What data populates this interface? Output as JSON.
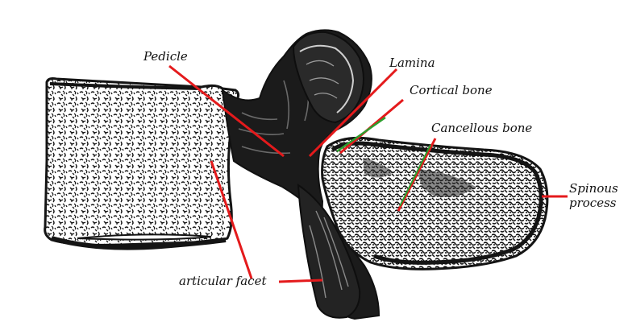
{
  "figure": {
    "labels": {
      "pedicle": "Pedicle",
      "lamina": "Lamina",
      "cortical_bone": "Cortical bone",
      "cancellous_bone": "Cancellous bone",
      "spinous_process_line1": "Spinous",
      "spinous_process_line2": "process",
      "articular_facet": "articular facet"
    },
    "colors": {
      "leader_red": "#e41a1c",
      "leader_green": "#2e9e2e",
      "bone_ink": "#141414",
      "background": "#ffffff"
    }
  }
}
